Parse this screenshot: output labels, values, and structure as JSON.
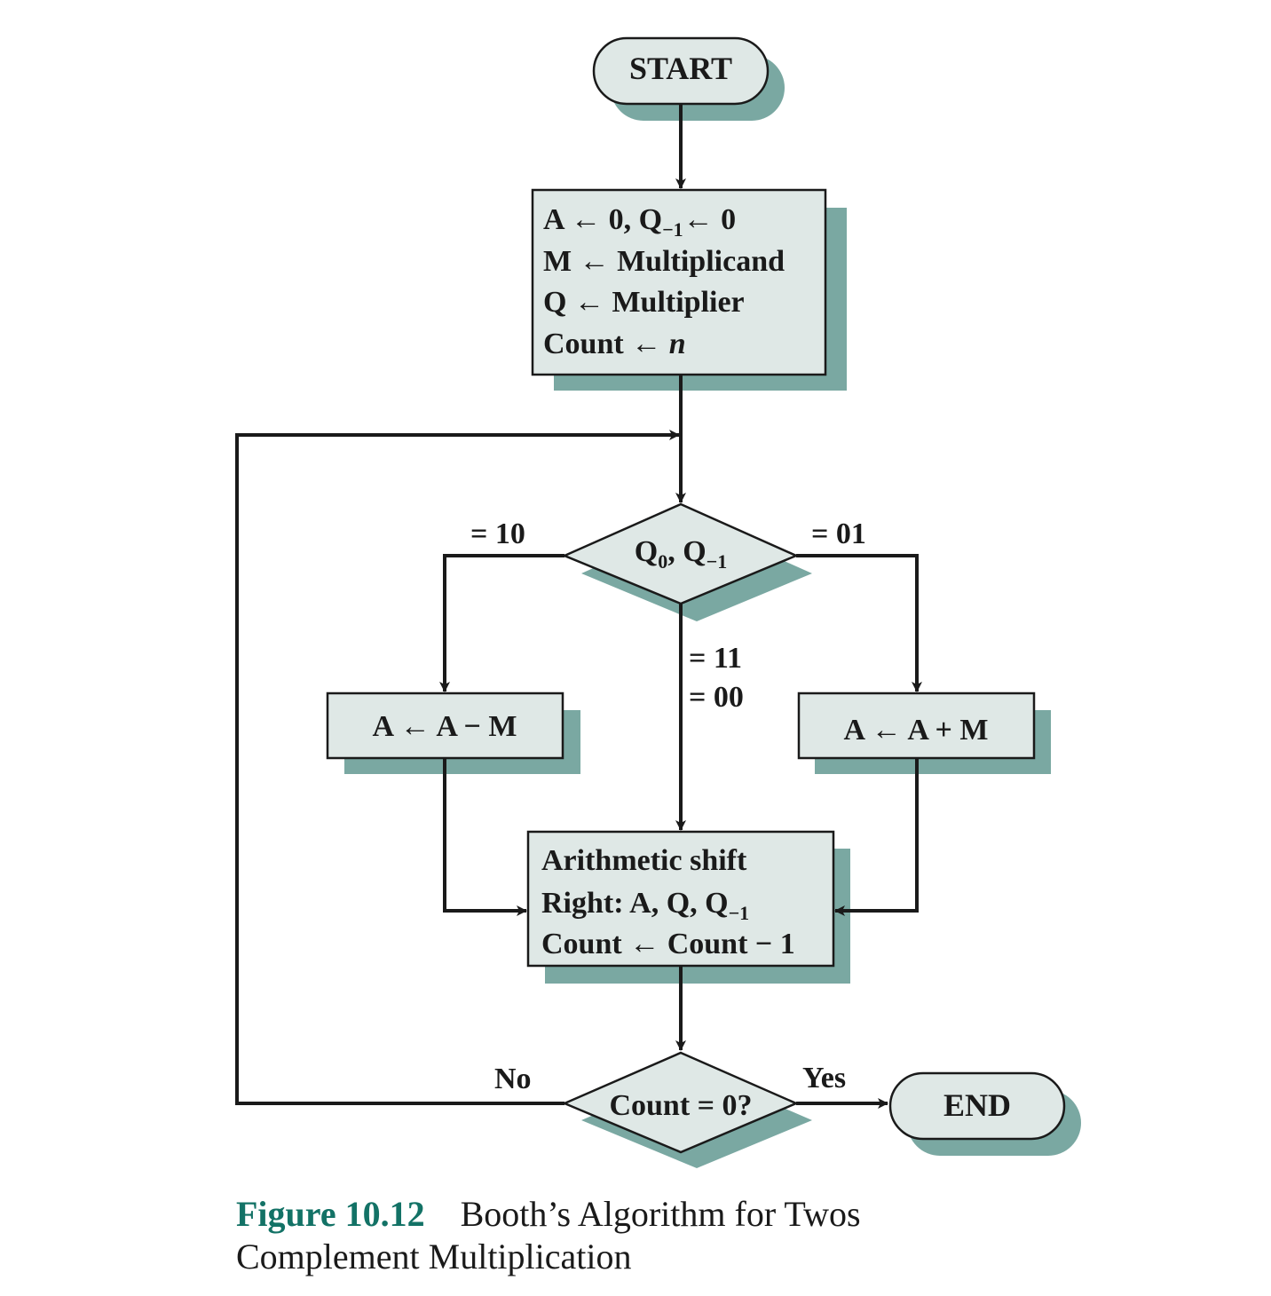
{
  "colors": {
    "fill": "#dfe8e6",
    "shadow": "#7aa8a2",
    "stroke": "#1a1a1a",
    "caption_accent": "#137266"
  },
  "nodes": {
    "start": "START",
    "init": {
      "l1a": "A ← 0, Q",
      "l1sub": "−1",
      "l1b": "← 0",
      "l2": "M ← Multiplicand",
      "l3": "Q ← Multiplier",
      "l4a": "Count ← ",
      "l4b": "n"
    },
    "decision_q": {
      "a": "Q",
      "a_sub": "0",
      "b": ", Q",
      "b_sub": "−1"
    },
    "subtract": "A ← A − M",
    "add": "A ← A + M",
    "shift": {
      "l1": "Arithmetic shift",
      "l2a": "Right: A, Q, Q",
      "l2sub": "−1",
      "l3": "Count ← Count − 1"
    },
    "decision_count": "Count = 0?",
    "end": "END"
  },
  "edge_labels": {
    "eq10": "= 10",
    "eq01": "= 01",
    "eq11": "= 11",
    "eq00": "= 00",
    "no": "No",
    "yes": "Yes"
  },
  "caption": {
    "number": "Figure 10.12",
    "title_line1": "Booth’s Algorithm for Twos",
    "title_line2": "Complement Multiplication"
  }
}
